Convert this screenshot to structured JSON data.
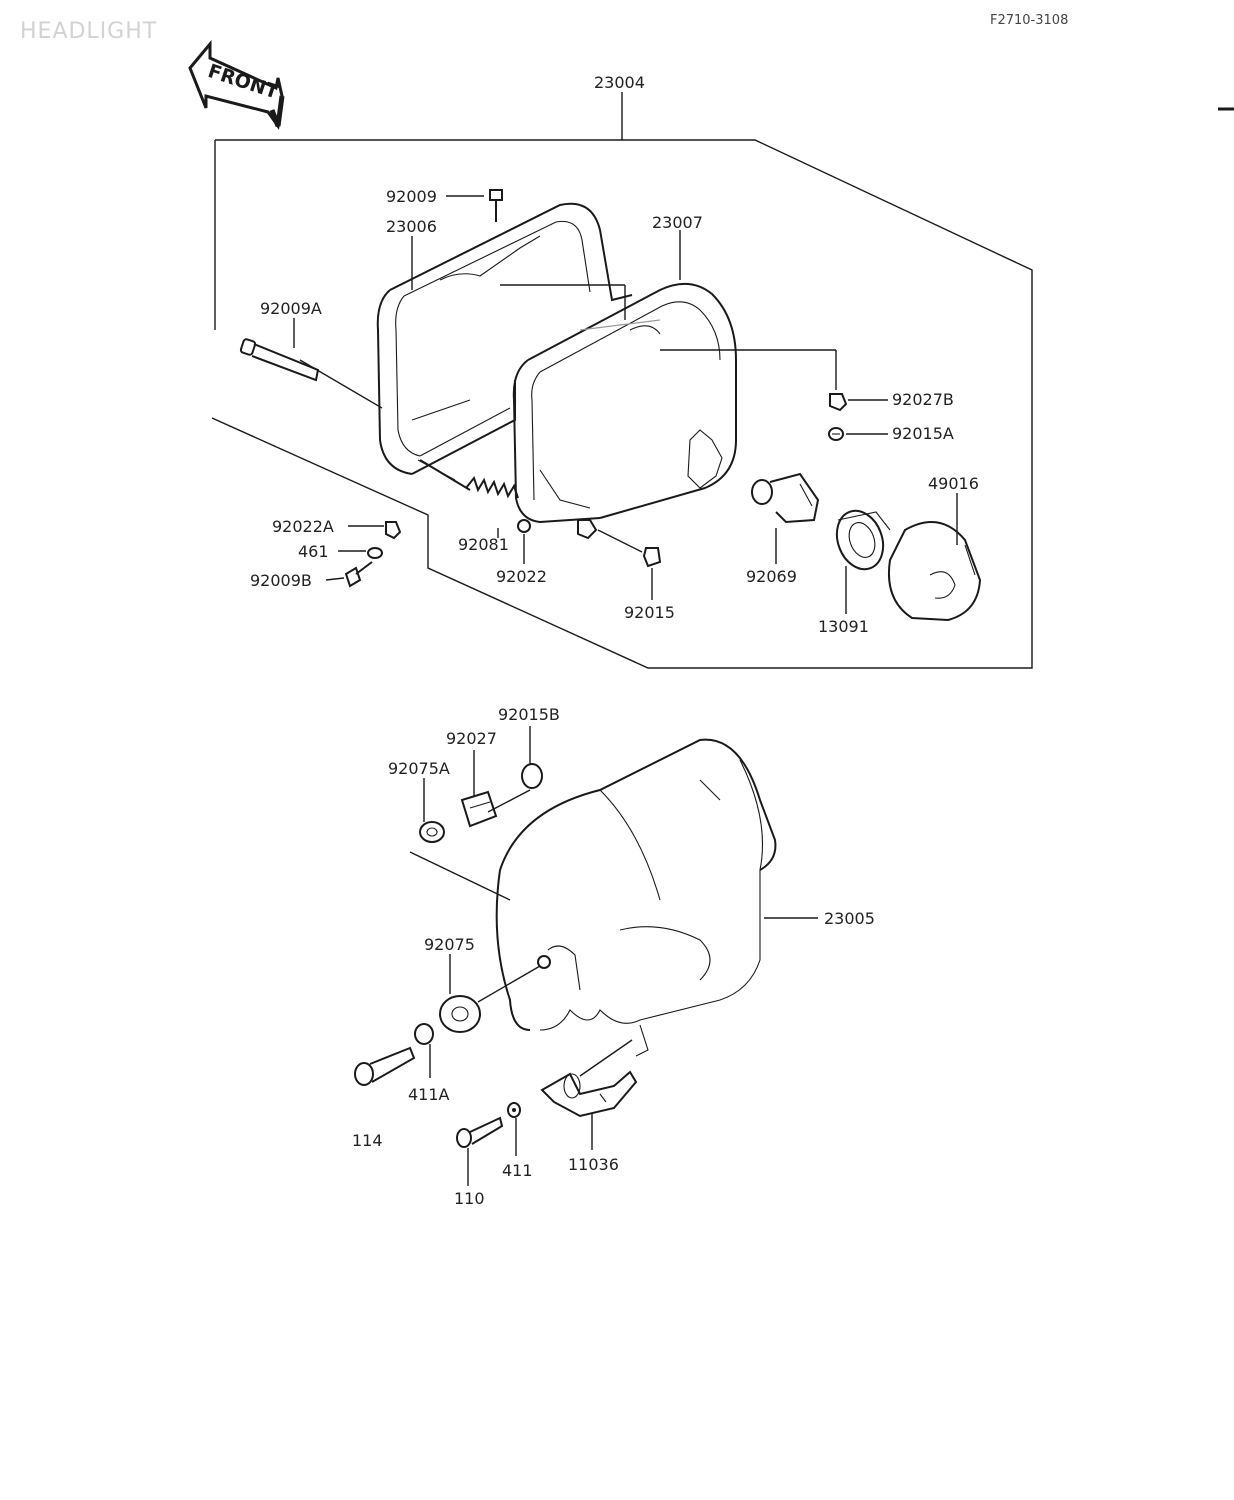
{
  "page": {
    "title": "HEADLIGHT",
    "ref_code": "F2710-3108"
  },
  "arrow": {
    "label": "FRONT"
  },
  "callouts": {
    "c23004": "23004",
    "c92009": "92009",
    "c23006": "23006",
    "c23007": "23007",
    "c92009A": "92009A",
    "c92027B": "92027B",
    "c92015A": "92015A",
    "c49016": "49016",
    "c92022A": "92022A",
    "c461": "461",
    "c92009B": "92009B",
    "c92081": "92081",
    "c92022": "92022",
    "c92015": "92015",
    "c92069": "92069",
    "c13091": "13091",
    "c92015B": "92015B",
    "c92027": "92027",
    "c92075A": "92075A",
    "c23005": "23005",
    "c92075": "92075",
    "c411A": "411A",
    "c114": "114",
    "c411": "411",
    "c110": "110",
    "c11036": "11036"
  }
}
